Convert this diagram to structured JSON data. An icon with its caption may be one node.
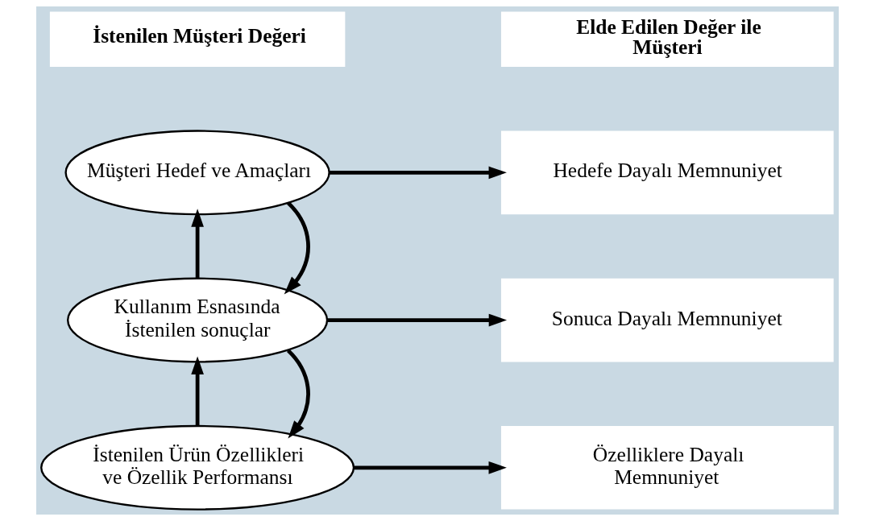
{
  "diagram": {
    "nodes": [
      {
        "text": [
          "İstenilen Müşteri Değeri"
        ]
      },
      {
        "text": [
          "Elde Edilen Değer ile Müşteri"
        ]
      },
      {
        "text": [
          "Müşteri Hedef ve Amaçları"
        ]
      },
      {
        "text": [
          "Hedefe Dayalı Memnuniyet"
        ]
      },
      {
        "text": [
          "Kullanım Esnasında İstenilen sonuçlar"
        ]
      },
      {
        "text": [
          "Sonuca Dayalı Memnuniyet"
        ]
      },
      {
        "text": [
          "İstenilen Ürün Özellikleri ve Özellik Performansı"
        ]
      },
      {
        "text": [
          "Özelliklere Dayalı Memnuniyet"
        ]
      }
    ],
    "edges": [
      {
        "from": 2,
        "to": 3,
        "arrow": "to"
      },
      {
        "from": 4,
        "to": 2,
        "arrow": "to"
      },
      {
        "from": 2,
        "to": 4,
        "arrow": "to"
      },
      {
        "from": 4,
        "to": 5,
        "arrow": "to"
      },
      {
        "from": 6,
        "to": 4,
        "arrow": "to"
      },
      {
        "from": 4,
        "to": 6,
        "arrow": "to"
      },
      {
        "from": 6,
        "to": 7,
        "arrow": "to"
      }
    ]
  }
}
